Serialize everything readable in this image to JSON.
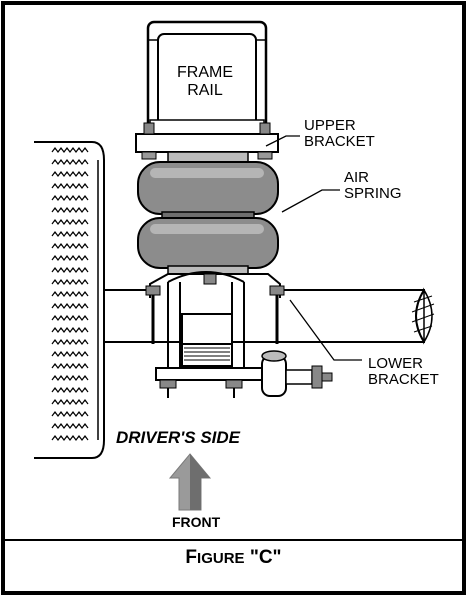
{
  "labels": {
    "frame_rail_1": "FRAME",
    "frame_rail_2": "RAIL",
    "upper_bracket_1": "UPPER",
    "upper_bracket_2": "BRACKET",
    "air_spring_1": "AIR",
    "air_spring_2": "SPRING",
    "lower_bracket_1": "LOWER",
    "lower_bracket_2": "BRACKET",
    "drivers_side": "DRIVER'S SIDE",
    "front": "FRONT"
  },
  "figure": {
    "first_letter": "F",
    "rest": "IGURE",
    "suffix": " \"C\""
  }
}
